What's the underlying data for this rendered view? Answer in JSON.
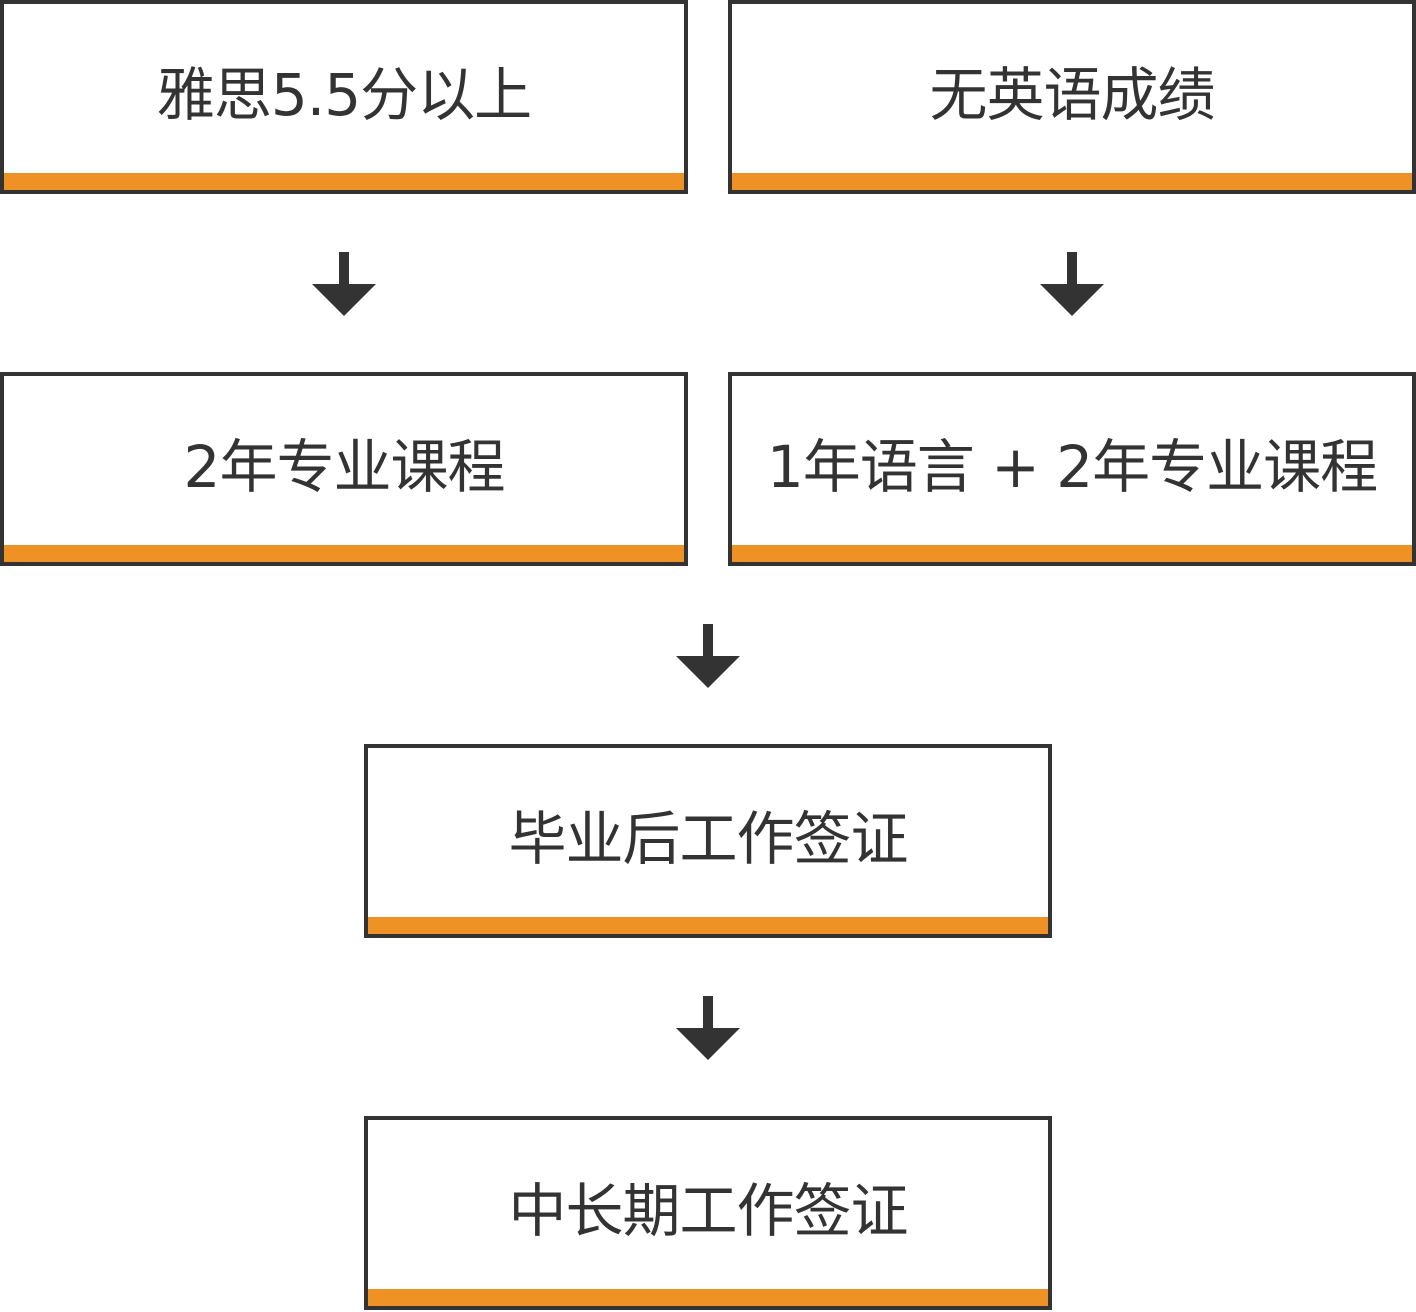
{
  "diagram": {
    "colors": {
      "border": "#333333",
      "accent_bar": "#ef9226",
      "text": "#333333",
      "arrow": "#333333"
    },
    "nodes": {
      "ielts": {
        "label": "雅思5.5分以上"
      },
      "no_english": {
        "label": "无英语成绩"
      },
      "two_year": {
        "label": "2年专业课程"
      },
      "language_plus": {
        "label": "1年语言 + 2年专业课程"
      },
      "post_study_visa": {
        "label": "毕业后工作签证"
      },
      "long_term_visa": {
        "label": "中长期工作签证"
      }
    },
    "edges": [
      {
        "from": "ielts",
        "to": "two_year"
      },
      {
        "from": "no_english",
        "to": "language_plus"
      },
      {
        "from": "two_year,language_plus",
        "to": "post_study_visa"
      },
      {
        "from": "post_study_visa",
        "to": "long_term_visa"
      }
    ]
  }
}
